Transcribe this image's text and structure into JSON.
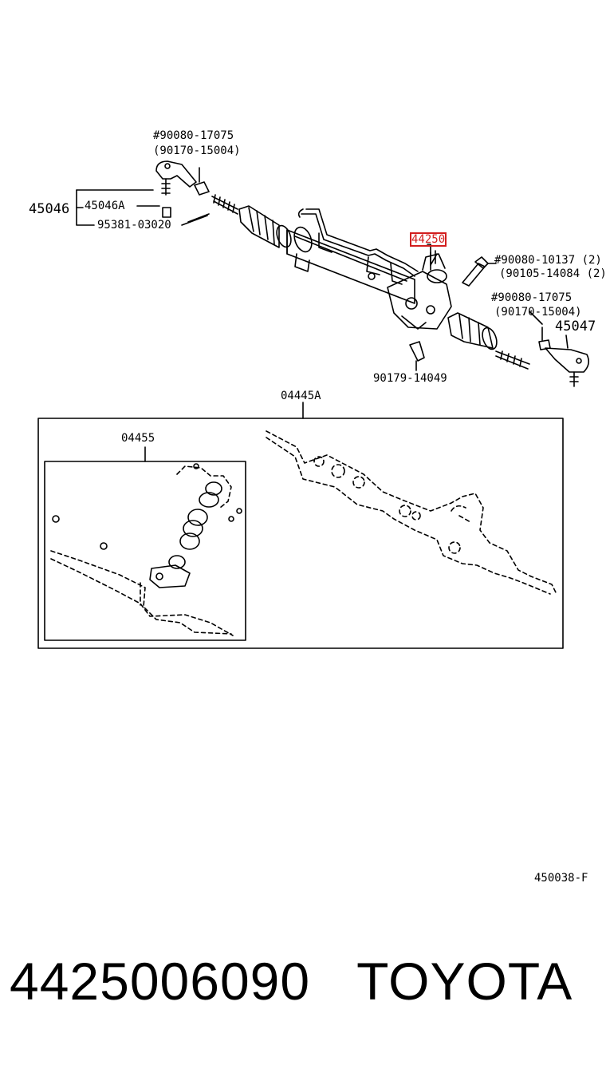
{
  "labels": {
    "tl_top": "#90080-17075",
    "tl_sub": "(90170-15004)",
    "left_main": "45046",
    "left_sub": "45046A",
    "left_lower": "95381-03020",
    "highlight": "44250",
    "r_top1": "#90080-10137 (2)",
    "r_top2": "(90105-14084 (2)",
    "r_mid1": "#90080-17075",
    "r_mid2": "(90170-15004)",
    "r_end": "45047",
    "bottom_clip": "90179-14049",
    "kit_outer": "04445A",
    "kit_inner": "04455",
    "ref_code": "450038-F"
  },
  "footer": {
    "part_number": "4425006090",
    "brand": "TOYOTA"
  },
  "colors": {
    "highlight": "#d21e1e",
    "line": "#000000"
  }
}
